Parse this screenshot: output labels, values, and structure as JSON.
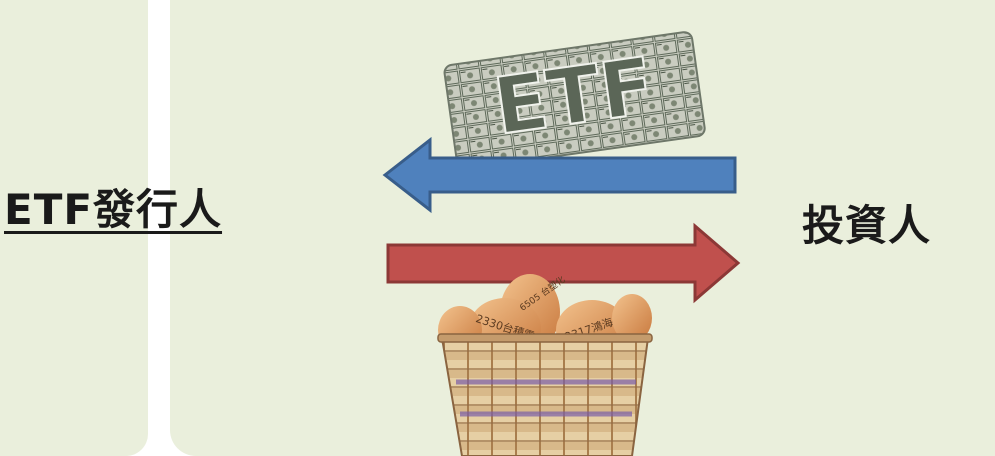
{
  "issuer": {
    "label": "ETF發行人"
  },
  "investor": {
    "label": "投資人"
  },
  "etf_logo": {
    "text": "ETF"
  },
  "eggs": [
    {
      "label": "6505\n台塑化"
    },
    {
      "label": "2330台積電"
    },
    {
      "label": "2317鴻海"
    }
  ],
  "colors": {
    "background": "#eaefdc",
    "arrow_left": "#4f81bd",
    "arrow_right": "#c0504d"
  }
}
